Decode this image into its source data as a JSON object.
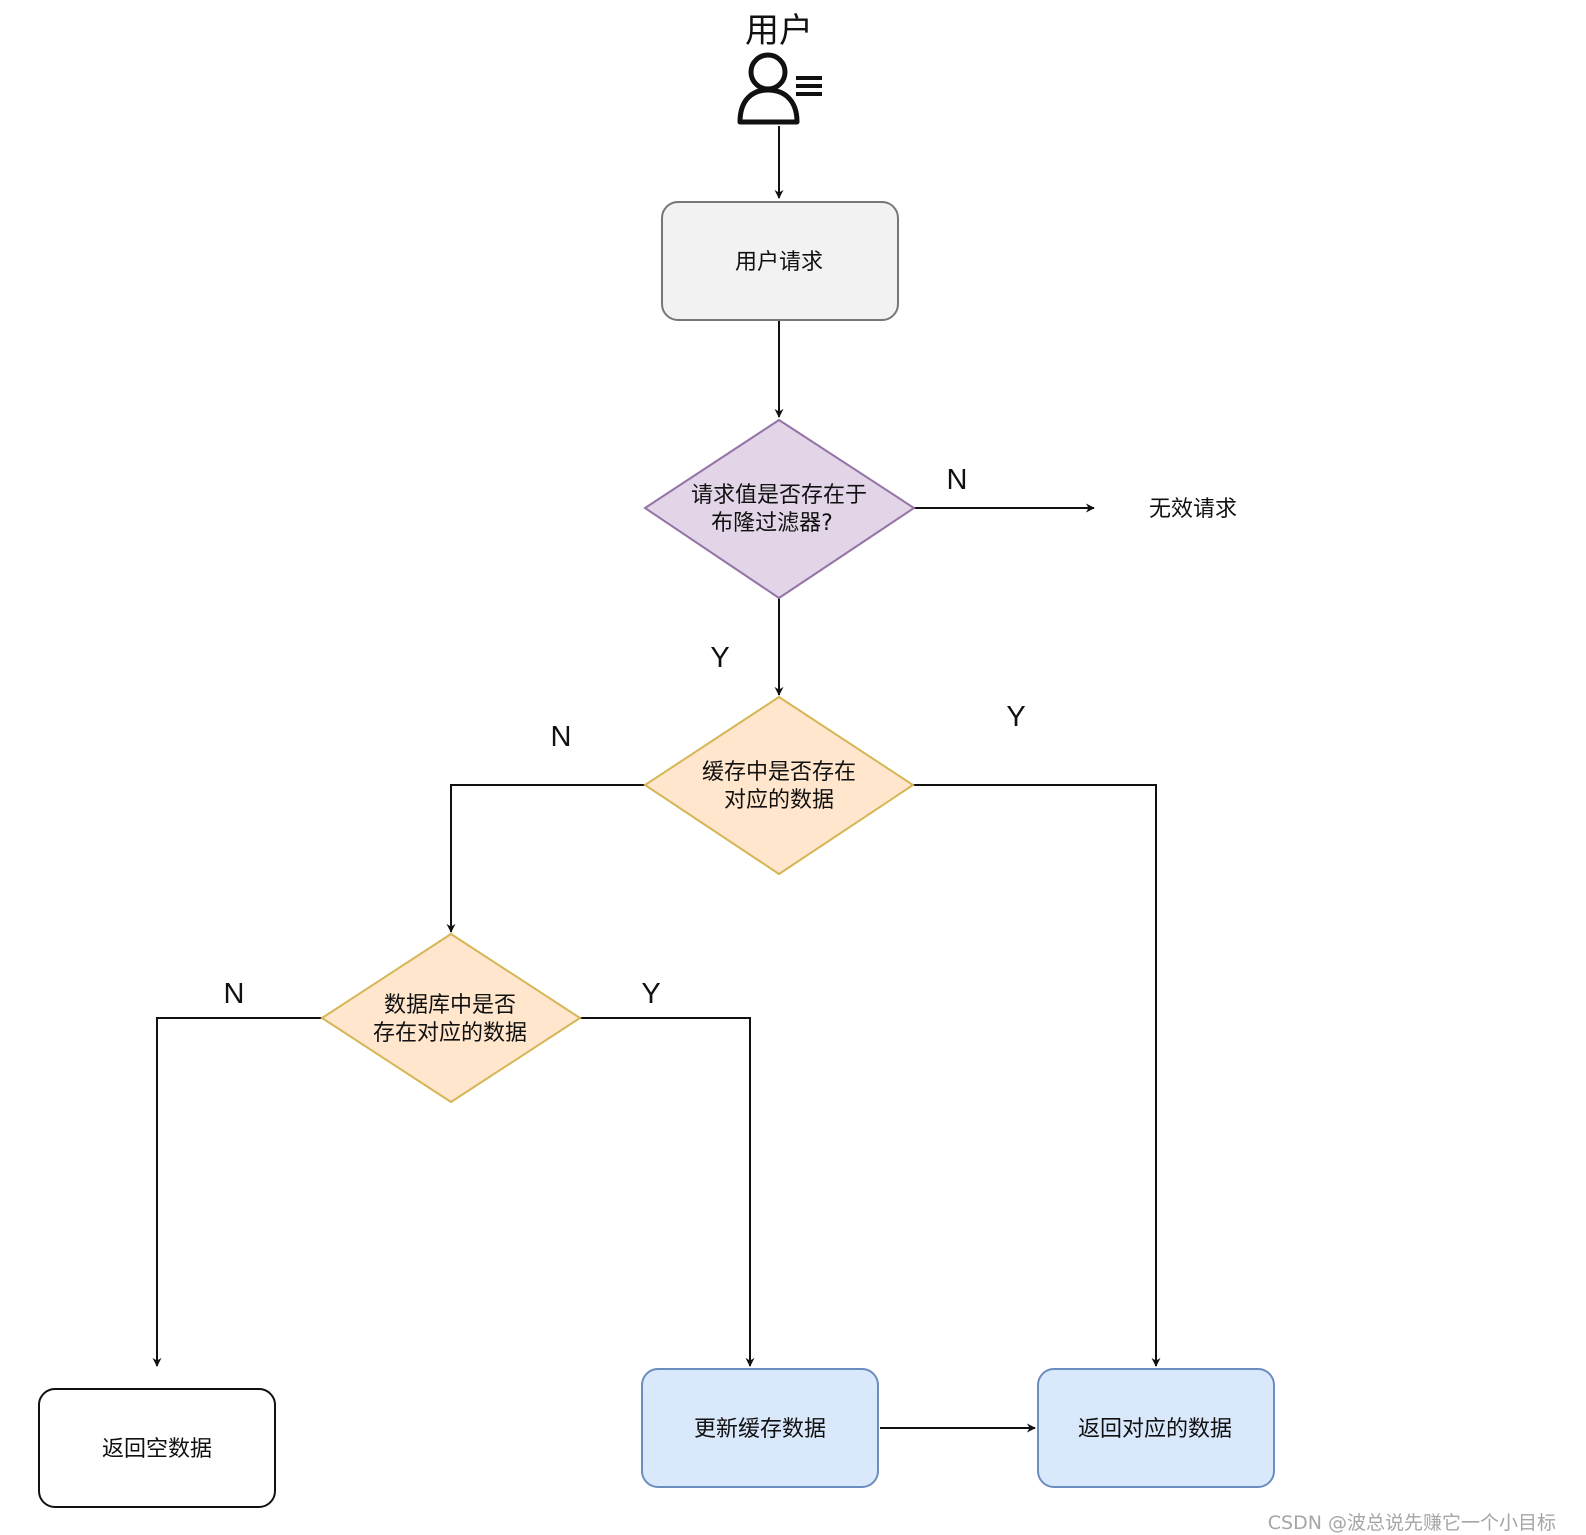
{
  "user": {
    "title": "用户"
  },
  "nodes": {
    "user_request": {
      "lines": [
        "用户请求"
      ],
      "fill": "#f2f2f2",
      "stroke": "#777777"
    },
    "bloom_check": {
      "lines": [
        "请求值是否存在于",
        "布隆过滤器?"
      ],
      "fill": "#e1d5e7",
      "stroke": "#9673a6"
    },
    "invalid_request": {
      "lines": [
        "无效请求"
      ]
    },
    "cache_check": {
      "lines": [
        "缓存中是否存在",
        "对应的数据"
      ],
      "fill": "#ffe6cc",
      "stroke": "#d6b656"
    },
    "db_check": {
      "lines": [
        "数据库中是否",
        "存在对应的数据"
      ],
      "fill": "#ffe6cc",
      "stroke": "#d6b656"
    },
    "return_empty": {
      "lines": [
        "返回空数据"
      ],
      "fill": "#ffffff",
      "stroke": "#111111"
    },
    "update_cache": {
      "lines": [
        "更新缓存数据"
      ],
      "fill": "#dae8fc",
      "stroke": "#6c8ebf"
    },
    "return_data": {
      "lines": [
        "返回对应的数据"
      ],
      "fill": "#dae8fc",
      "stroke": "#6c8ebf"
    }
  },
  "edge_labels": {
    "bloom_no": "N",
    "bloom_yes": "Y",
    "cache_no": "N",
    "cache_yes": "Y",
    "db_no": "N",
    "db_yes": "Y"
  },
  "watermark": "CSDN @波总说先赚它一个小目标"
}
